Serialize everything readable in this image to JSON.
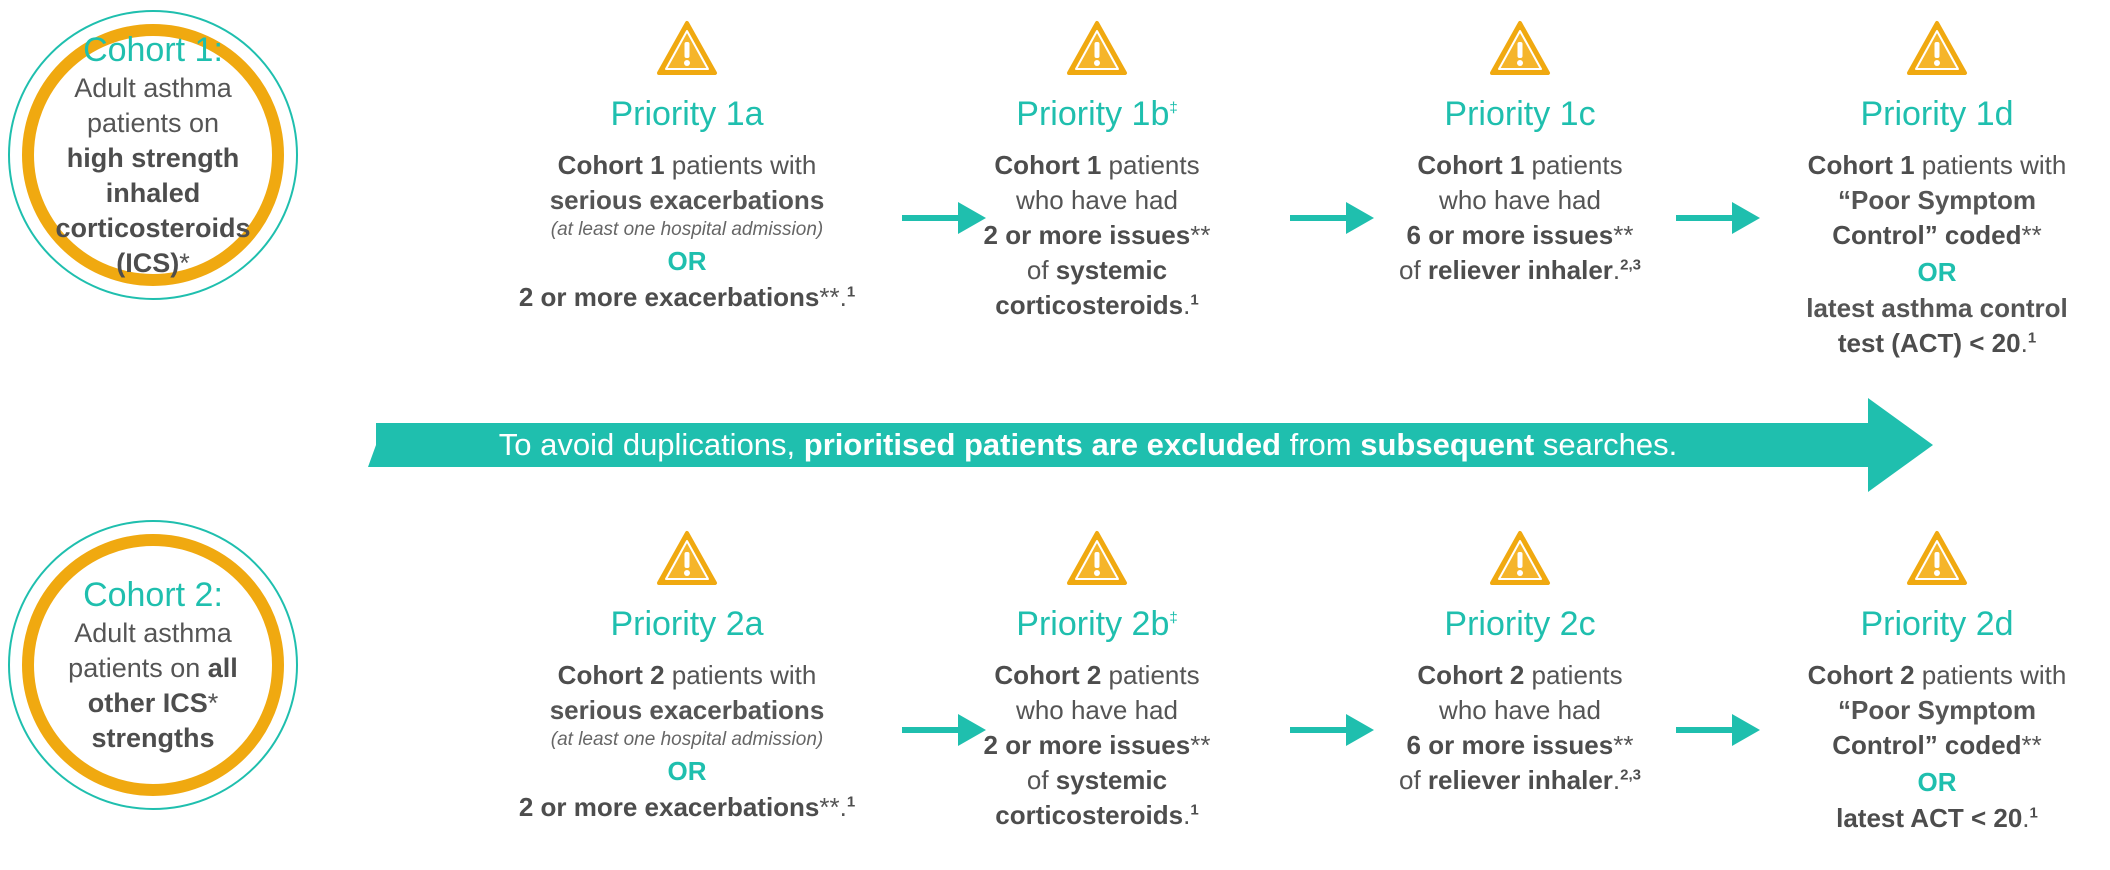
{
  "cohorts": [
    {
      "title": "Cohort 1:",
      "line1": "Adult asthma",
      "line2": "patients on",
      "line3": "high strength",
      "line4": "inhaled",
      "line5": "corticosteroids",
      "line6_bold": "(ICS)",
      "line6_tail": "*"
    },
    {
      "title": "Cohort 2:",
      "line1": "Adult asthma",
      "line2_a": "patients on ",
      "line2_b": "all",
      "line3_bold": "other ICS",
      "line3_tail": "*",
      "line4": "strengths"
    }
  ],
  "row1": {
    "p1": {
      "title": "Priority 1a",
      "l1_bold": "Cohort 1",
      "l1_tail": " patients with",
      "l2": "serious exacerbations",
      "l3": "(at least one hospital admission)",
      "or": "OR",
      "l5_bold": "2 or more exacerbations",
      "l5_tail": "**.",
      "l5_sup": "1"
    },
    "p2": {
      "title": "Priority 1b",
      "title_sup": "‡",
      "l1_bold": "Cohort 1",
      "l1_tail": " patients",
      "l2": "who have had",
      "l3_bold": "2 or more issues",
      "l3_tail": "**",
      "l4_a": "of ",
      "l4_bold": "systemic",
      "l5_bold": "corticosteroids",
      "l5_tail": ".",
      "l5_sup": "1"
    },
    "p3": {
      "title": "Priority 1c",
      "l1_bold": "Cohort 1",
      "l1_tail": " patients",
      "l2": "who have had",
      "l3_bold": "6 or more issues",
      "l3_tail": "**",
      "l4_a": "of ",
      "l4_bold": "reliever inhaler",
      "l4_tail": ".",
      "l4_sup": "2,3"
    },
    "p4": {
      "title": "Priority 1d",
      "l1_bold": "Cohort 1",
      "l1_tail": " patients with",
      "l2": "“Poor Symptom",
      "l3_bold": "Control” coded",
      "l3_tail": "**",
      "or": "OR",
      "l5": "latest asthma control",
      "l6_bold": "test (ACT) < 20",
      "l6_tail": ".",
      "l6_sup": "1"
    }
  },
  "banner": {
    "a": "To avoid duplications, ",
    "b": "prioritised patients are excluded",
    "c": " from ",
    "d": "subsequent",
    "e": " searches."
  },
  "row2": {
    "p1": {
      "title": "Priority 2a",
      "l1_bold": "Cohort 2",
      "l1_tail": " patients with",
      "l2": "serious exacerbations",
      "l3": "(at least one hospital admission)",
      "or": "OR",
      "l5_bold": "2 or more exacerbations",
      "l5_tail": "**.",
      "l5_sup": "1"
    },
    "p2": {
      "title": "Priority 2b",
      "title_sup": "‡",
      "l1_bold": "Cohort 2",
      "l1_tail": " patients",
      "l2": "who have had",
      "l3_bold": "2 or more issues",
      "l3_tail": "**",
      "l4_a": "of ",
      "l4_bold": "systemic",
      "l5_bold": "corticosteroids",
      "l5_tail": ".",
      "l5_sup": "1"
    },
    "p3": {
      "title": "Priority 2c",
      "l1_bold": "Cohort 2",
      "l1_tail": " patients",
      "l2": "who have had",
      "l3_bold": "6 or more issues",
      "l3_tail": "**",
      "l4_a": "of ",
      "l4_bold": "reliever inhaler",
      "l4_tail": ".",
      "l4_sup": "2,3"
    },
    "p4": {
      "title": "Priority 2d",
      "l1_bold": "Cohort 2",
      "l1_tail": " patients with",
      "l2": "“Poor Symptom",
      "l3_bold": "Control” coded",
      "l3_tail": "**",
      "or": "OR",
      "l5_bold": "latest ACT < 20",
      "l5_tail": ".",
      "l5_sup": "1"
    }
  },
  "colors": {
    "teal": "#1fbfae",
    "orange": "#f0a910",
    "text": "#4d4d4d"
  },
  "icons": [
    "warning-triangle-icon",
    "right-arrow-icon"
  ]
}
